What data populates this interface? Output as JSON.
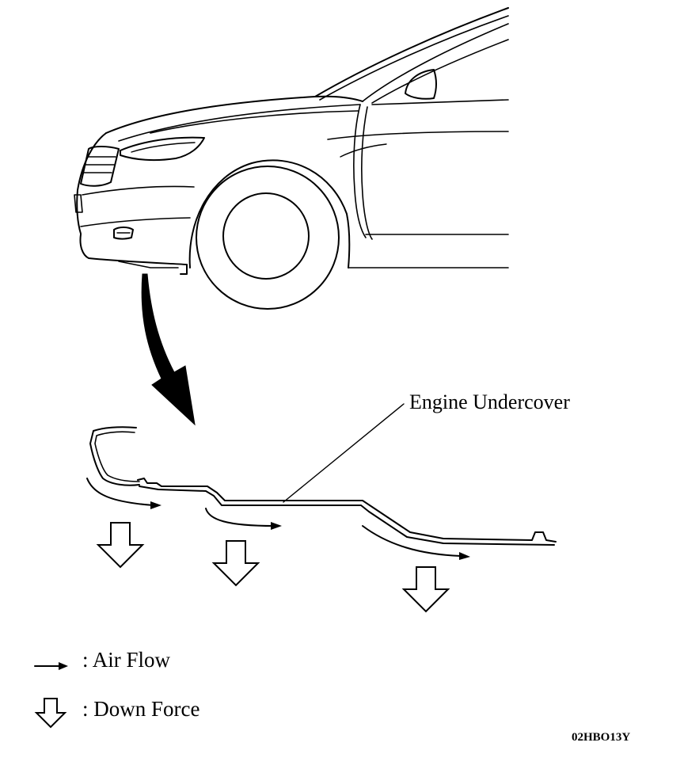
{
  "callout": {
    "label": "Engine Undercover"
  },
  "legend": {
    "air_flow": {
      "icon": "arrow-right-icon",
      "text": ": Air Flow"
    },
    "down_force": {
      "icon": "hollow-down-arrow-icon",
      "text": ": Down Force"
    }
  },
  "figure_code": "02HBO13Y",
  "colors": {
    "line": "#000000",
    "background": "#ffffff"
  }
}
